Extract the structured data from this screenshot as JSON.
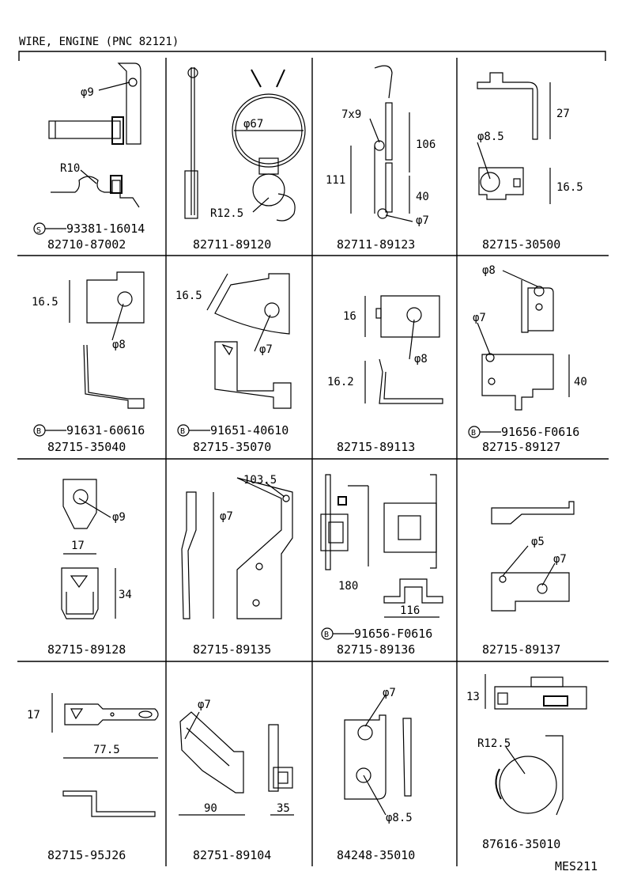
{
  "header": {
    "title": "WIRE, ENGINE  (PNC 82121)"
  },
  "footer": {
    "code": "MES211"
  },
  "cells": [
    {
      "part": "82710-87002",
      "ref_mark": "S",
      "ref_number": "93381-16014",
      "dims": [
        "φ9",
        "R10"
      ]
    },
    {
      "part": "82711-89120",
      "dims": [
        "φ67",
        "R12.5"
      ]
    },
    {
      "part": "82711-89123",
      "dims": [
        "7x9",
        "106",
        "111",
        "40",
        "φ7"
      ]
    },
    {
      "part": "82715-30500",
      "dims": [
        "27",
        "φ8.5",
        "16.5"
      ]
    },
    {
      "part": "82715-35040",
      "ref_mark": "B",
      "ref_number": "91631-60616",
      "dims": [
        "16.5",
        "φ8"
      ]
    },
    {
      "part": "82715-35070",
      "ref_mark": "B",
      "ref_number": "91651-40610",
      "dims": [
        "16.5",
        "φ7"
      ]
    },
    {
      "part": "82715-89113",
      "dims": [
        "16",
        "φ8",
        "16.2"
      ]
    },
    {
      "part": "82715-89127",
      "ref_mark": "B",
      "ref_number": "91656-F0616",
      "dims": [
        "φ8",
        "φ7",
        "40"
      ]
    },
    {
      "part": "82715-89128",
      "dims": [
        "φ9",
        "17",
        "34"
      ]
    },
    {
      "part": "82715-89135",
      "dims": [
        "φ7",
        "103.5"
      ]
    },
    {
      "part": "82715-89136",
      "ref_mark": "B",
      "ref_number": "91656-F0616",
      "dims": [
        "180",
        "116"
      ]
    },
    {
      "part": "82715-89137",
      "dims": [
        "φ5",
        "φ7"
      ]
    },
    {
      "part": "82715-95J26",
      "dims": [
        "17",
        "77.5"
      ]
    },
    {
      "part": "82751-89104",
      "dims": [
        "φ7",
        "90",
        "35"
      ]
    },
    {
      "part": "84248-35010",
      "dims": [
        "φ7",
        "φ8.5"
      ]
    },
    {
      "part": "87616-35010",
      "dims": [
        "13",
        "R12.5"
      ]
    }
  ]
}
